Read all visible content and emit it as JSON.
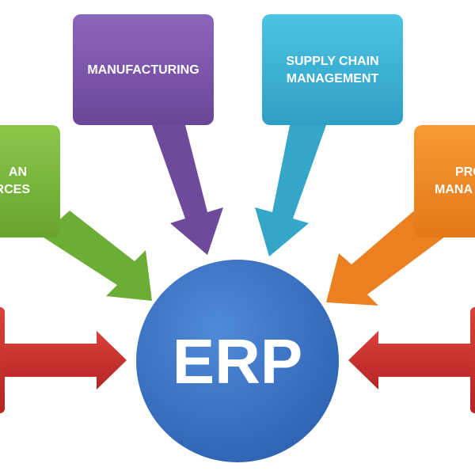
{
  "center": {
    "label": "ERP"
  },
  "modules": [
    {
      "id": "manufacturing",
      "lines": [
        "MANUFACTURING"
      ],
      "color": "#7a55a8"
    },
    {
      "id": "supply-chain",
      "lines": [
        "SUPPLY CHAIN",
        "MANAGEMENT"
      ],
      "color": "#39b1d4"
    },
    {
      "id": "human-resources",
      "lines": [
        "AN",
        "RCES"
      ],
      "color": "#79b73b"
    },
    {
      "id": "project-management",
      "lines": [
        "PRO",
        "MANA"
      ],
      "color": "#f08a24"
    },
    {
      "id": "left-partial",
      "lines": [],
      "color": "#c9302c"
    },
    {
      "id": "right-partial",
      "lines": [],
      "color": "#c9302c"
    }
  ],
  "colors": {
    "center": "#3c74c4",
    "background": "#ffffff"
  }
}
